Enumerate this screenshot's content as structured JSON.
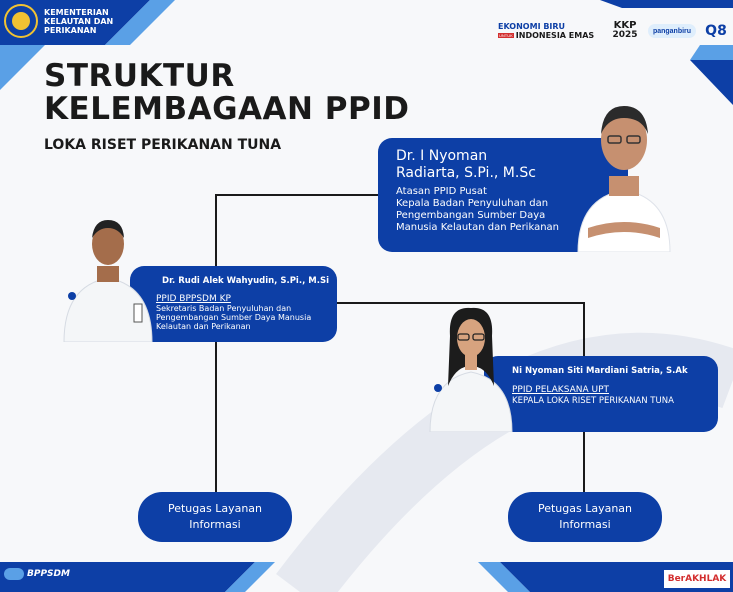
{
  "header": {
    "ministry_line1": "KEMENTERIAN",
    "ministry_line2": "KELAUTAN DAN",
    "ministry_line3": "PERIKANAN",
    "ekonomi_line1": "EKONOMI BIRU",
    "ekonomi_line2": "INDONESIA EMAS",
    "ekonomi_tag1": "UNTUK",
    "kkp_label": "KKP",
    "kkp_year": "2025",
    "pangan_label": "panganbiru",
    "qb_label": "Q8"
  },
  "title": {
    "line1": "STRUKTUR",
    "line2": "KELEMBAGAAN PPID",
    "subtitle": "LOKA RISET PERIKANAN TUNA"
  },
  "top_official": {
    "name": "Dr. I Nyoman Radiarta, S.Pi., M.Sc",
    "role_line": "Atasan PPID Pusat",
    "position": "Kepala Badan Penyuluhan dan Pengembangan Sumber Daya Manusia Kelautan dan Perikanan"
  },
  "left_official": {
    "name": "Dr. Rudi Alek Wahyudin, S.Pi., M.Si",
    "role_line": "PPID BPPSDM KP",
    "position": "Sekretaris Badan Penyuluhan dan Pengembangan Sumber Daya Manusia Kelautan dan Perikanan"
  },
  "right_official": {
    "name": "Ni Nyoman Siti Mardiani Satria, S.Ak",
    "role_line": "PPID PELAKSANA UPT",
    "position": "KEPALA LOKA RISET PERIKANAN TUNA"
  },
  "service_left": {
    "line1": "Petugas Layanan",
    "line2": "Informasi"
  },
  "service_right": {
    "line1": "Petugas Layanan",
    "line2": "Informasi"
  },
  "footer": {
    "bppsdm_label": "BPPSDM",
    "berakhlak_label": "BerAKHLAK"
  },
  "colors": {
    "primary_blue": "#0d3fa6",
    "light_blue": "#5aa0e6",
    "stripe_dark": "#0b2f86"
  }
}
